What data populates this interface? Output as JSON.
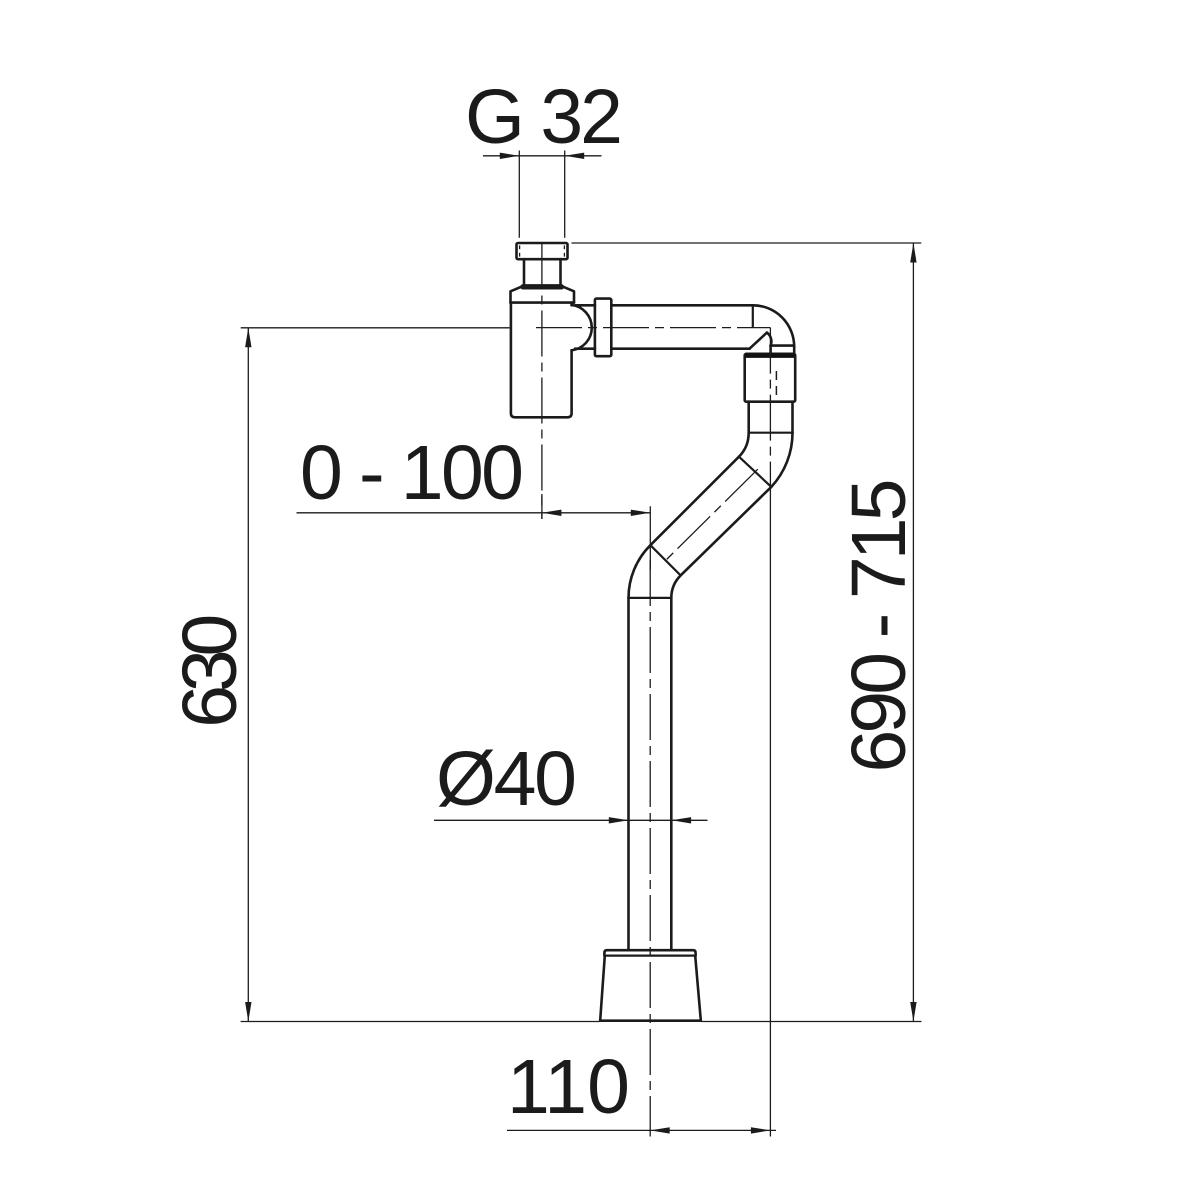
{
  "drawing": {
    "title": "bottle-trap-with-standpipe-technical-drawing",
    "background_color": "#ffffff",
    "line_color": "#1b1b1b",
    "dimensions": {
      "thread_size": "G 32",
      "horizontal_offset": "0 - 100",
      "trap_height": "630",
      "overall_height": "690 - 715",
      "pipe_diameter": "Ø40",
      "base_offset": "110"
    }
  }
}
